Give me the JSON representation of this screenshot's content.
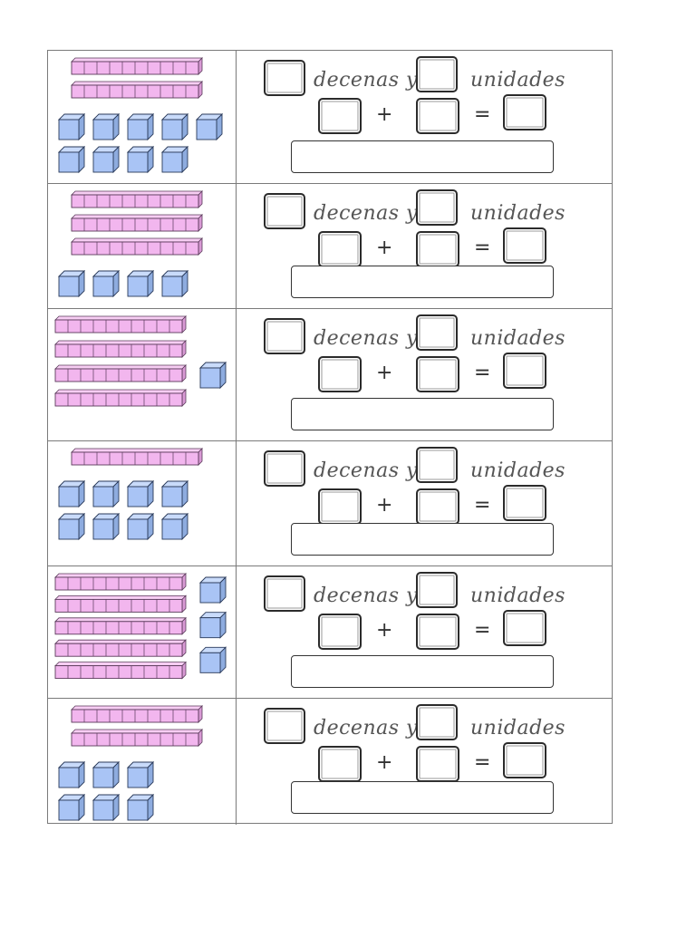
{
  "labels": {
    "tens": "decenas y",
    "units": "unidades",
    "plus": "+",
    "equals": "="
  },
  "colors": {
    "ten_rod": "#f2b6ee",
    "ten_rod_stroke": "#5a3a5a",
    "unit_cube": "#a9c4f5",
    "unit_cube_stroke": "#2a3a5a"
  },
  "rows": [
    {
      "tens": 2,
      "units": 9
    },
    {
      "tens": 3,
      "units": 4
    },
    {
      "tens": 4,
      "units": 1
    },
    {
      "tens": 1,
      "units": 8
    },
    {
      "tens": 5,
      "units": 3
    },
    {
      "tens": 2,
      "units": 6
    }
  ]
}
